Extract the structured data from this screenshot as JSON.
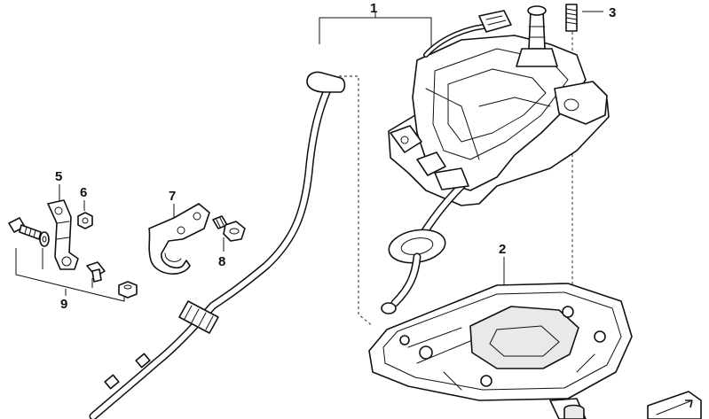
{
  "callouts": {
    "c1": "1",
    "c2": "2",
    "c3": "3",
    "c5": "5",
    "c6": "6",
    "c7": "7",
    "c8": "8",
    "c9": "9"
  }
}
